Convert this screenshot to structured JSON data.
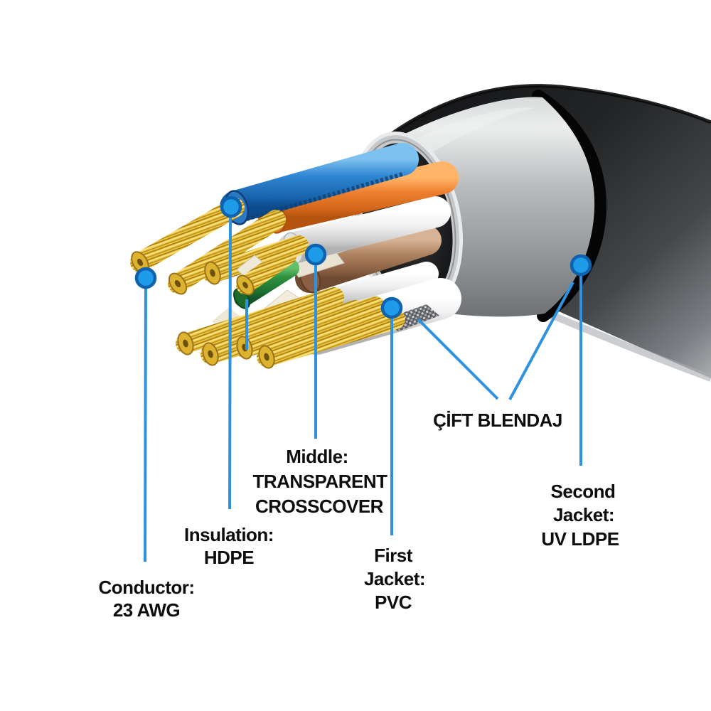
{
  "callouts": [
    {
      "id": "conductor",
      "lines": [
        "Conductor:",
        "23 AWG"
      ]
    },
    {
      "id": "insulation",
      "lines": [
        "Insulation:",
        "HDPE"
      ]
    },
    {
      "id": "middle",
      "lines": [
        "Middle:",
        "TRANSPARENT",
        "CROSSCOVER"
      ]
    },
    {
      "id": "first_jacket",
      "lines": [
        "First",
        "Jacket:",
        "PVC"
      ]
    },
    {
      "id": "double_shield",
      "lines": [
        "ÇİFT BLENDAJ"
      ]
    },
    {
      "id": "second_jacket",
      "lines": [
        "Second",
        "Jacket:",
        "UV LDPE"
      ]
    }
  ],
  "colors": {
    "leader_line": "#2d93de",
    "marker_fill": "#1f9ce9",
    "marker_stroke": "#0e62ae",
    "label_text": "#0e0e0e",
    "jacket_black": "#232527",
    "jacket_gray": "#b6b9ba",
    "first_jacket_white": "#f2f2f2",
    "wire_blue": "#2f86d2",
    "wire_orange": "#f08132",
    "wire_brown": "#b08663",
    "wire_green": "#2f9240",
    "conductor_gold": "#e9c13a"
  }
}
